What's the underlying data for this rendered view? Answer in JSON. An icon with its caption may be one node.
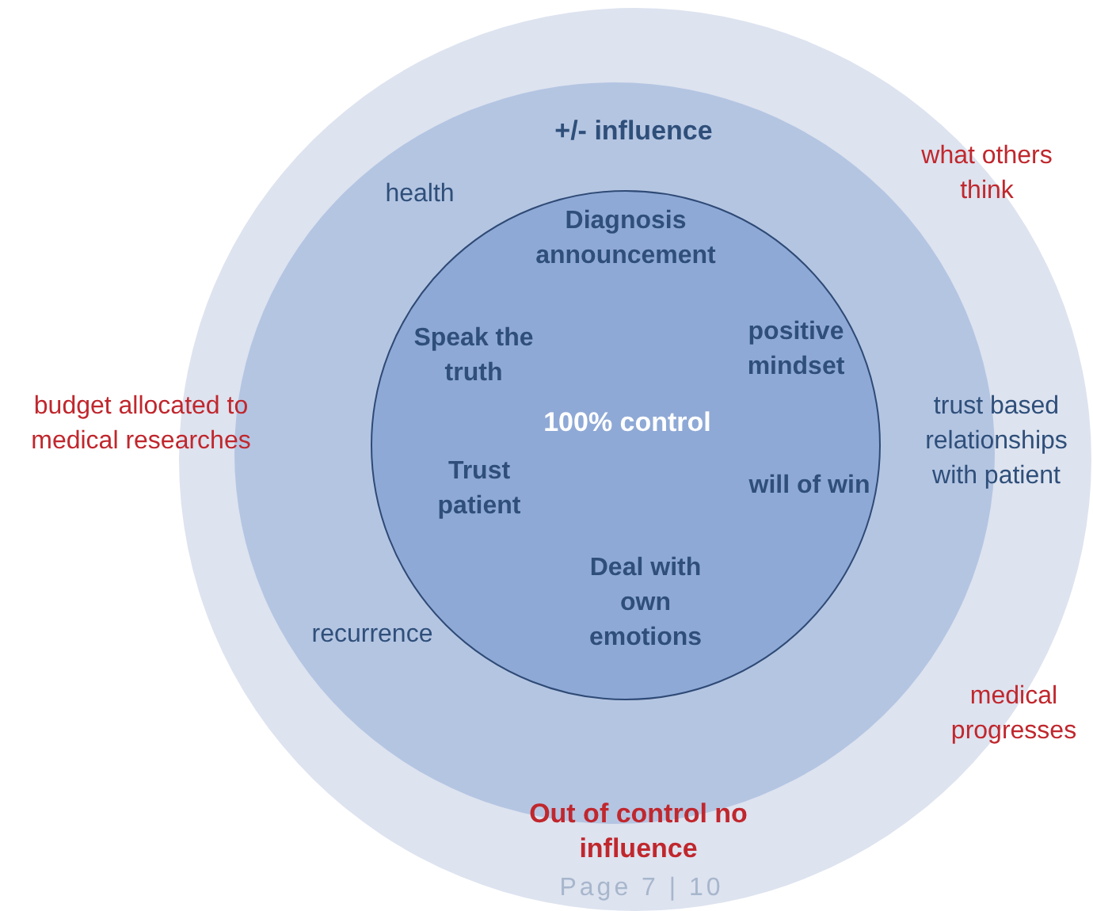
{
  "diagram": {
    "nodes": [
      {
        "text": [
          "Out of control no influence"
        ]
      },
      {
        "text": [
          "+/- influence"
        ],
        "in": 0
      },
      {
        "text": [
          "100% control"
        ],
        "in": 1
      }
    ],
    "labels": [
      "what others think",
      "health",
      "Diagnosis announcement",
      "Speak the truth",
      "positive mindset",
      "budget allocated to medical researches",
      "trust based relationships with patient",
      "Trust patient",
      "will of win",
      "Deal with own emotions",
      "recurrence",
      "medical progresses",
      "Page 7 | 10"
    ]
  }
}
